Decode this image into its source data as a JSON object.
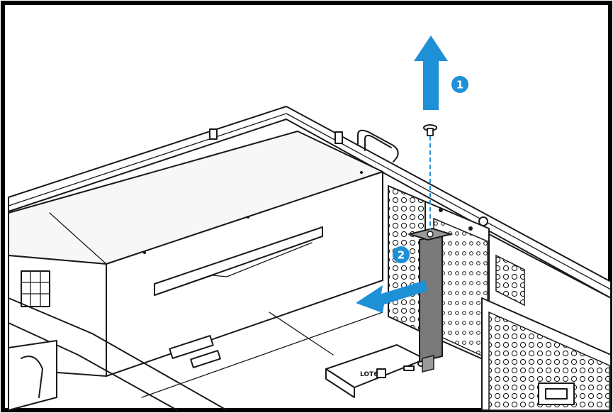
{
  "steps": [
    {
      "number": "1"
    },
    {
      "number": "2"
    }
  ],
  "slot_label": "LOT6",
  "colors": {
    "accent": "#1e90d6",
    "bracket": "#7a7a7a",
    "line": "#1a1a1a",
    "frame": "#000000"
  },
  "icons": [
    "up-arrow-icon",
    "left-arrow-icon",
    "screw-icon"
  ]
}
